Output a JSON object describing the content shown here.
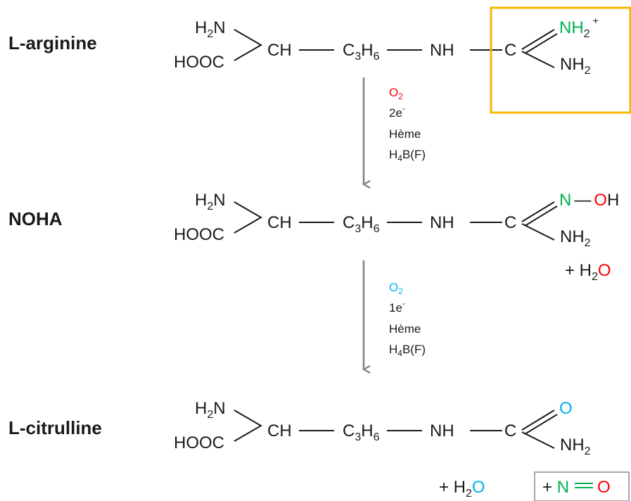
{
  "colors": {
    "text": "#1a1a1a",
    "oxygen_red": "#ff0000",
    "nitrogen_green": "#00b050",
    "oxygen_blue": "#00b0f0",
    "highlight_box": "#f5b800",
    "product_box": "#a6a6a6",
    "arrow": "#808080"
  },
  "compounds": [
    {
      "label": "L-arginine",
      "terminal_top": "NH",
      "terminal_top_sub": "2",
      "terminal_top_charge": "+",
      "terminal_bottom": "NH",
      "terminal_bottom_sub": "2"
    },
    {
      "label": "NOHA",
      "terminal_top_n": "N",
      "terminal_top_dash": "—",
      "terminal_top_oh_o": "O",
      "terminal_top_oh_h": "H",
      "terminal_bottom": "NH",
      "terminal_bottom_sub": "2",
      "byproduct_plus": "+ H",
      "byproduct_sub": "2",
      "byproduct_o": "O"
    },
    {
      "label": "L-citrulline",
      "terminal_top": "O",
      "terminal_bottom": "NH",
      "terminal_bottom_sub": "2"
    }
  ],
  "backbone": {
    "h2n": "H",
    "h2n_sub": "2",
    "h2n_n": "N",
    "hooc": "HOOC",
    "ch": "CH",
    "c3h6_c": "C",
    "c3h6_3": "3",
    "c3h6_h": "H",
    "c3h6_6": "6",
    "nh": "NH",
    "c": "C"
  },
  "steps": [
    {
      "o2_o": "O",
      "o2_sub": "2",
      "electrons": "2e",
      "electrons_sup": "-",
      "cofactor_1": "Hème",
      "cofactor_2_h": "H",
      "cofactor_2_sub": "4",
      "cofactor_2_rest": "B(F)"
    },
    {
      "o2_o": "O",
      "o2_sub": "2",
      "electrons": "1e",
      "electrons_sup": "-",
      "cofactor_1": "Hème",
      "cofactor_2_h": "H",
      "cofactor_2_sub": "4",
      "cofactor_2_rest": "B(F)"
    }
  ],
  "final_products": {
    "water_plus": "+ H",
    "water_sub": "2",
    "water_o": "O",
    "no_plus": "+ ",
    "no_n": "N",
    "no_o": "O"
  }
}
